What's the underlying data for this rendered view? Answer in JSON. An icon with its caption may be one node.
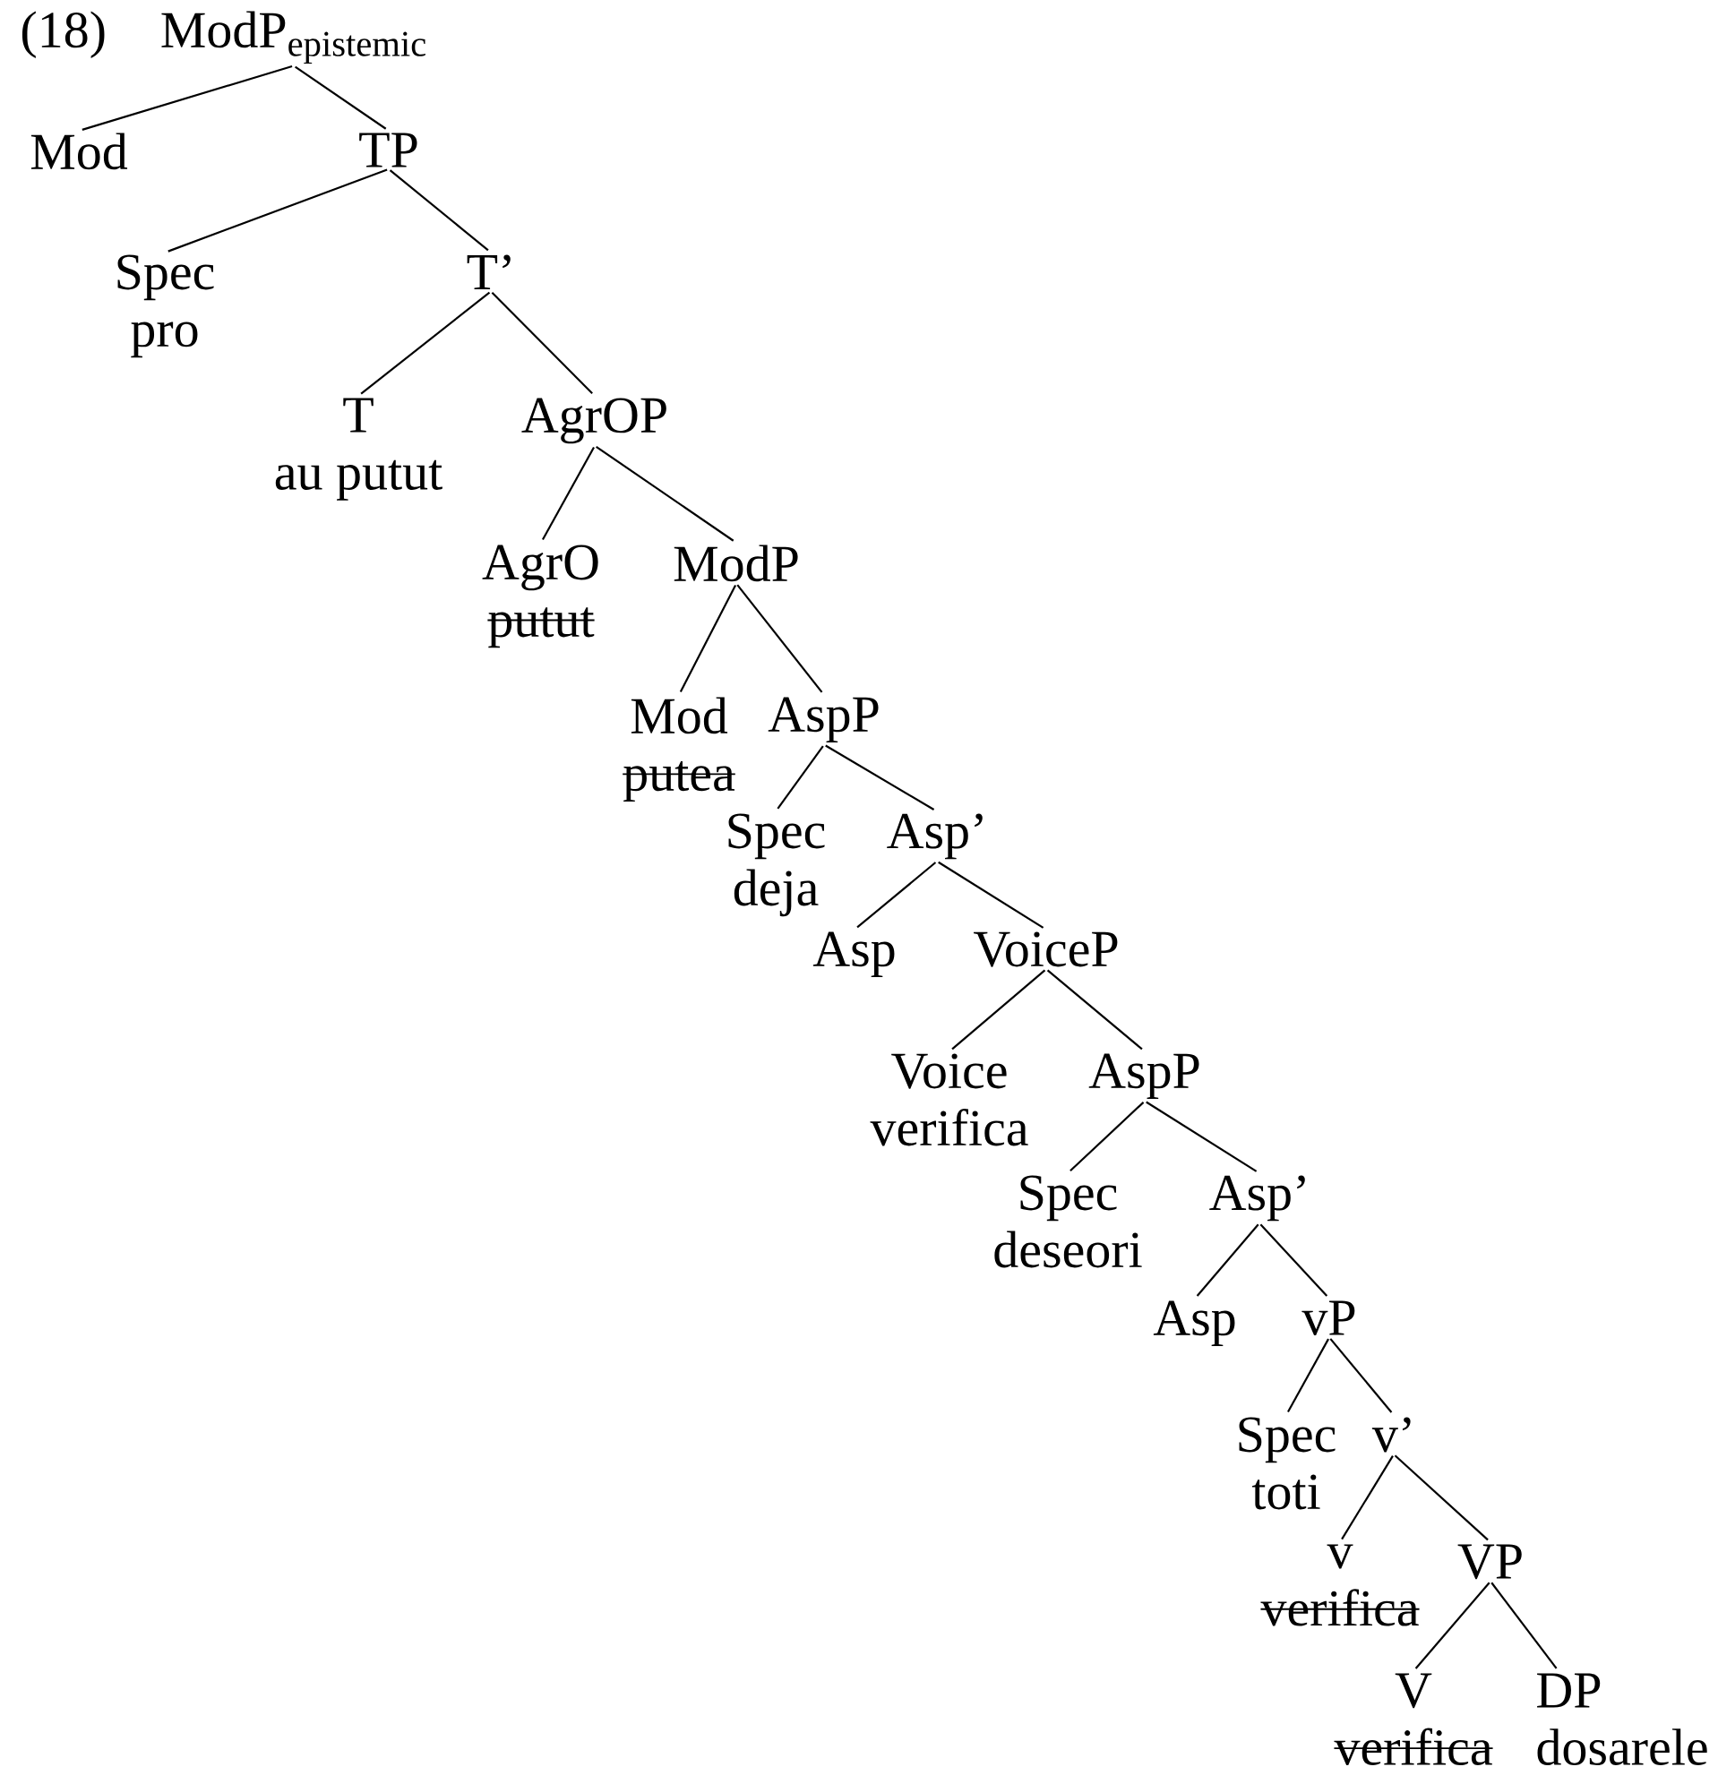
{
  "diagram": {
    "nodes": [
      {
        "text": [
          "\\mathrm{ModP}_{\\mathrm{epistemic}}"
        ]
      },
      {
        "text": [
          "Mod"
        ]
      },
      {
        "text": [
          "TP"
        ]
      },
      {
        "text": [
          "Spec",
          "pro"
        ]
      },
      {
        "text": [
          "T’"
        ]
      },
      {
        "text": [
          "T",
          "au putut"
        ]
      },
      {
        "text": [
          "AgrOP"
        ]
      },
      {
        "text": [
          "AgrO",
          "putut"
        ]
      },
      {
        "text": [
          "ModP"
        ]
      },
      {
        "text": [
          "Mod",
          "putea"
        ]
      },
      {
        "text": [
          "AspP"
        ]
      },
      {
        "text": [
          "Spec",
          "deja"
        ]
      },
      {
        "text": [
          "Asp’"
        ]
      },
      {
        "text": [
          "Asp"
        ]
      },
      {
        "text": [
          "VoiceP"
        ]
      },
      {
        "text": [
          "Voice",
          "verifica"
        ]
      },
      {
        "text": [
          "AspP"
        ]
      },
      {
        "text": [
          "Spec",
          "deseori"
        ]
      },
      {
        "text": [
          "Asp’"
        ]
      },
      {
        "text": [
          "Asp"
        ]
      },
      {
        "text": [
          "vP"
        ]
      },
      {
        "text": [
          "Spec",
          "toti"
        ]
      },
      {
        "text": [
          "v’"
        ]
      },
      {
        "text": [
          "v",
          "verifica"
        ]
      },
      {
        "text": [
          "VP"
        ]
      },
      {
        "text": [
          "V",
          "verifica"
        ]
      },
      {
        "text": [
          "DP",
          "dosarele"
        ]
      }
    ],
    "edges": [
      {
        "from": 0,
        "to": 1,
        "arrow": "none"
      },
      {
        "from": 0,
        "to": 2,
        "arrow": "none"
      },
      {
        "from": 2,
        "to": 3,
        "arrow": "none"
      },
      {
        "from": 2,
        "to": 4,
        "arrow": "none"
      },
      {
        "from": 4,
        "to": 5,
        "arrow": "none"
      },
      {
        "from": 4,
        "to": 6,
        "arrow": "none"
      },
      {
        "from": 6,
        "to": 7,
        "arrow": "none"
      },
      {
        "from": 6,
        "to": 8,
        "arrow": "none"
      },
      {
        "from": 8,
        "to": 9,
        "arrow": "none"
      },
      {
        "from": 8,
        "to": 10,
        "arrow": "none"
      },
      {
        "from": 10,
        "to": 11,
        "arrow": "none"
      },
      {
        "from": 10,
        "to": 12,
        "arrow": "none"
      },
      {
        "from": 12,
        "to": 13,
        "arrow": "none"
      },
      {
        "from": 12,
        "to": 14,
        "arrow": "none"
      },
      {
        "from": 14,
        "to": 15,
        "arrow": "none"
      },
      {
        "from": 14,
        "to": 16,
        "arrow": "none"
      },
      {
        "from": 16,
        "to": 17,
        "arrow": "none"
      },
      {
        "from": 16,
        "to": 18,
        "arrow": "none"
      },
      {
        "from": 18,
        "to": 19,
        "arrow": "none"
      },
      {
        "from": 18,
        "to": 20,
        "arrow": "none"
      },
      {
        "from": 20,
        "to": 21,
        "arrow": "none"
      },
      {
        "from": 20,
        "to": 22,
        "arrow": "none"
      },
      {
        "from": 22,
        "to": 23,
        "arrow": "none"
      },
      {
        "from": 22,
        "to": 24,
        "arrow": "none"
      },
      {
        "from": 24,
        "to": 25,
        "arrow": "none"
      },
      {
        "from": 24,
        "to": 26,
        "arrow": "none"
      }
    ],
    "labels": [
      "(18)"
    ]
  }
}
